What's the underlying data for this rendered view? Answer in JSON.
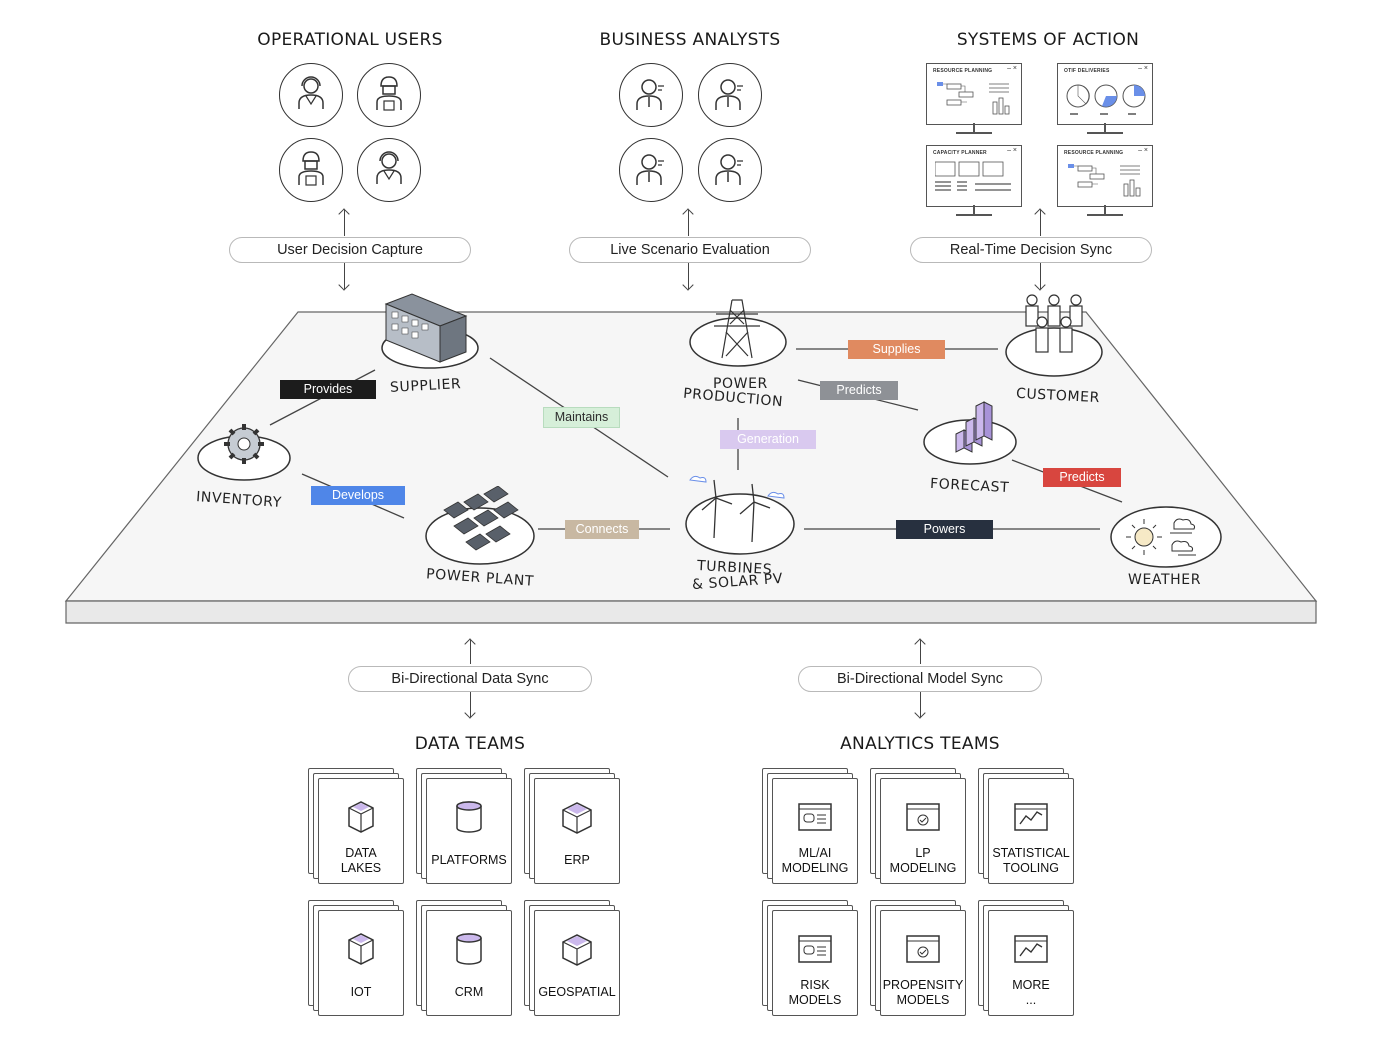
{
  "sections": {
    "operational_users": "OPERATIONAL USERS",
    "business_analysts": "BUSINESS ANALYSTS",
    "systems_of_action": "SYSTEMS OF ACTION",
    "data_teams": "DATA TEAMS",
    "analytics_teams": "ANALYTICS TEAMS"
  },
  "pills": {
    "user_decision_capture": "User Decision Capture",
    "live_scenario_evaluation": "Live Scenario Evaluation",
    "real_time_decision_sync": "Real-Time Decision Sync",
    "bi_directional_data_sync": "Bi-Directional Data Sync",
    "bi_directional_model_sync": "Bi-Directional Model Sync"
  },
  "monitors": [
    {
      "title": "RESOURCE PLANNING"
    },
    {
      "title": "OTIF DELIVERIES"
    },
    {
      "title": "CAPACITY PLANNER"
    },
    {
      "title": "RESOURCE PLANNING"
    }
  ],
  "nodes": {
    "supplier": "SUPPLIER",
    "inventory": "INVENTORY",
    "power_plant": "POWER PLANT",
    "power_production_1": "POWER",
    "power_production_2": "PRODUCTION",
    "turbines_1": "TURBINES",
    "turbines_2": "& SOLAR PV",
    "customer": "CUSTOMER",
    "forecast": "FORECAST",
    "weather": "WEATHER"
  },
  "links": {
    "provides": "Provides",
    "develops": "Develops",
    "maintains": "Maintains",
    "connects": "Connects",
    "generation": "Generation",
    "supplies": "Supplies",
    "predicts_1": "Predicts",
    "predicts_2": "Predicts",
    "powers": "Powers"
  },
  "link_colors": {
    "provides": "#1c1c1c",
    "develops": "#4f86e8",
    "maintains": "#d6efd9",
    "connects": "#c8b8a2",
    "generation": "#d9c9ef",
    "supplies": "#e08a60",
    "predicts_1": "#8e9196",
    "predicts_2": "#d8463f",
    "powers": "#27303f"
  },
  "data_teams": [
    {
      "l1": "DATA",
      "l2": "LAKES"
    },
    {
      "l1": "PLATFORMS",
      "l2": ""
    },
    {
      "l1": "ERP",
      "l2": ""
    },
    {
      "l1": "IOT",
      "l2": ""
    },
    {
      "l1": "CRM",
      "l2": ""
    },
    {
      "l1": "GEOSPATIAL",
      "l2": ""
    }
  ],
  "analytics_teams": [
    {
      "l1": "ML/AI",
      "l2": "MODELING"
    },
    {
      "l1": "LP",
      "l2": "MODELING"
    },
    {
      "l1": "STATISTICAL",
      "l2": "TOOLING"
    },
    {
      "l1": "RISK",
      "l2": "MODELS"
    },
    {
      "l1": "PROPENSITY",
      "l2": "MODELS"
    },
    {
      "l1": "MORE",
      "l2": "..."
    }
  ]
}
